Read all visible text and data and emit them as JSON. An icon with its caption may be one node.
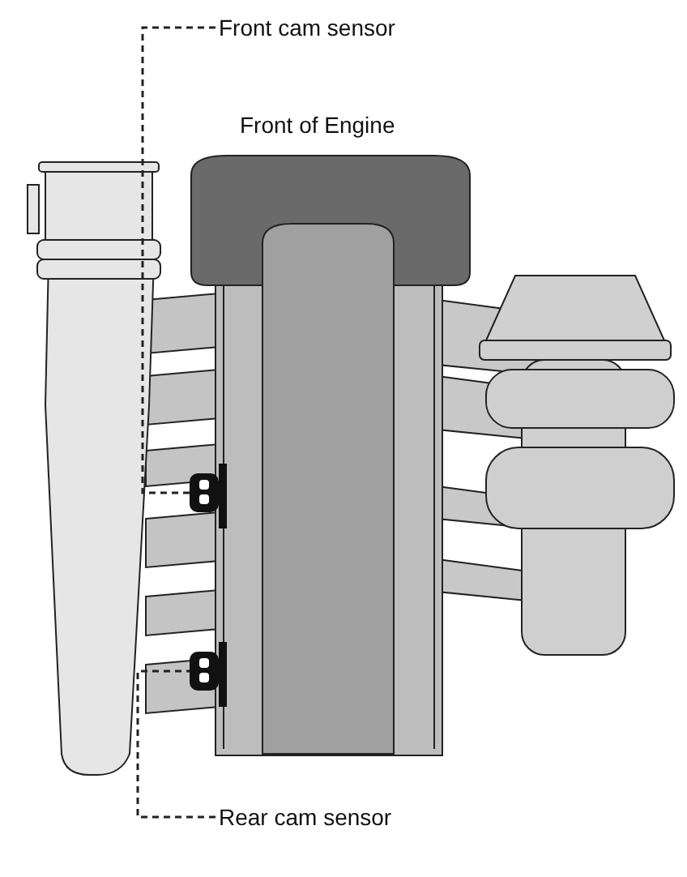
{
  "diagram": {
    "nodes": [
      {
        "text": [
          "Front cam sensor"
        ]
      },
      {
        "text": [],
        "shape": "box"
      },
      {
        "text": [
          "Rear cam sensor"
        ]
      },
      {
        "text": [],
        "shape": "box"
      }
    ],
    "edges": [
      {
        "from": 0,
        "to": 1,
        "arrow": "none",
        "style": "dashed"
      },
      {
        "from": 2,
        "to": 3,
        "arrow": "none",
        "style": "dashed"
      }
    ],
    "labels": [
      "Front of Engine"
    ]
  }
}
